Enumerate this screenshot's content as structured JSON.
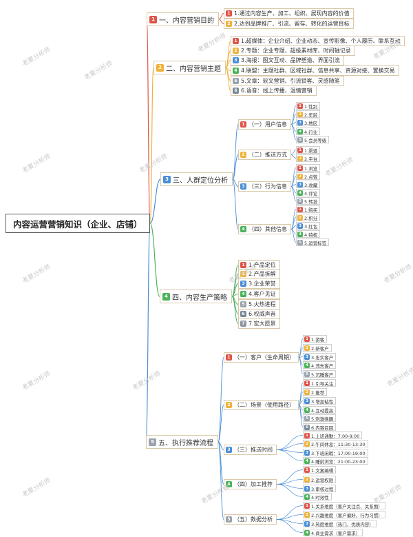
{
  "root": {
    "label": "内容运营营销知识（企业、店铺）"
  },
  "watermark": "老夏分析师",
  "badge_colors": {
    "1": "#e0554a",
    "2": "#f0b23a",
    "3": "#4a8ed6",
    "4": "#4bb35a",
    "5": "#9aa3ad",
    "6": "#7b8a96",
    "7": "#8c96a0"
  },
  "branch_colors": [
    "#e0554a",
    "#f0b23a",
    "#4a8ed6",
    "#4bb35a",
    "#4a8ed6"
  ],
  "branches": [
    {
      "num": "1",
      "label": "一、内容营销目的",
      "children": [
        {
          "num": "1",
          "label": "1.通过内容生产、加工、组织、展现内容的价值"
        },
        {
          "num": "2",
          "label": "2.达到品牌推广、引流、留存、转化的运营目标"
        }
      ]
    },
    {
      "num": "2",
      "label": "二、内容营销主题",
      "children": [
        {
          "num": "1",
          "label": "1.超媒体：企业介绍、企业动态、宣传影像、个人履历、联系互动"
        },
        {
          "num": "2",
          "label": "2.专题：企业专题、超级素材库、时间轴记录"
        },
        {
          "num": "3",
          "label": "3.海报：图文互动、品牌塑造、界面引流"
        },
        {
          "num": "4",
          "label": "4.联盟：主题社群、区域社群、信息共享、资源对接、置换交易"
        },
        {
          "num": "5",
          "label": "5.文章：软文营销、引流锁客、灵感随笔"
        },
        {
          "num": "6",
          "label": "6.语音：线上传播、温情营销"
        }
      ]
    },
    {
      "num": "3",
      "label": "三、人群定位分析",
      "children": [
        {
          "num": "1",
          "label": "（一）用户信息",
          "children": [
            {
              "num": "1",
              "label": "1.性别"
            },
            {
              "num": "2",
              "label": "2.年龄"
            },
            {
              "num": "3",
              "label": "3.地区"
            },
            {
              "num": "4",
              "label": "4.行业"
            },
            {
              "num": "5",
              "label": "5.会员等级"
            }
          ]
        },
        {
          "num": "2",
          "label": "（二）推送方式",
          "children": [
            {
              "num": "1",
              "label": "1.渠道"
            },
            {
              "num": "2",
              "label": "2.平台"
            }
          ]
        },
        {
          "num": "3",
          "label": "（三）行为信息",
          "children": [
            {
              "num": "1",
              "label": "1.浏览"
            },
            {
              "num": "2",
              "label": "2.点赞"
            },
            {
              "num": "3",
              "label": "3.收藏"
            },
            {
              "num": "4",
              "label": "4.评论"
            },
            {
              "num": "5",
              "label": "5.转发"
            }
          ]
        },
        {
          "num": "4",
          "label": "（四）其他信息",
          "children": [
            {
              "num": "1",
              "label": "1.购买"
            },
            {
              "num": "2",
              "label": "2.积分"
            },
            {
              "num": "3",
              "label": "3.红包"
            },
            {
              "num": "4",
              "label": "4.特权"
            },
            {
              "num": "5",
              "label": "5.运营标签"
            }
          ]
        }
      ]
    },
    {
      "num": "4",
      "label": "四、内容生产策略",
      "children": [
        {
          "num": "1",
          "label": "1.产品定位"
        },
        {
          "num": "2",
          "label": "2.产品拆解"
        },
        {
          "num": "3",
          "label": "3.企业荣誉"
        },
        {
          "num": "4",
          "label": "4.客户见证"
        },
        {
          "num": "5",
          "label": "5.火热进程"
        },
        {
          "num": "6",
          "label": "6.权威声音"
        },
        {
          "num": "7",
          "label": "7.宏大愿景"
        }
      ]
    },
    {
      "num": "5",
      "label": "五、执行推荐流程",
      "children": [
        {
          "num": "1",
          "label": "（一）客户（生命周期）",
          "children": [
            {
              "num": "1",
              "label": "1.游客"
            },
            {
              "num": "2",
              "label": "2.新客户"
            },
            {
              "num": "3",
              "label": "3.忠实客户"
            },
            {
              "num": "4",
              "label": "4.流失客户"
            },
            {
              "num": "5",
              "label": "5.沉睡客户"
            }
          ]
        },
        {
          "num": "2",
          "label": "（二）场景（使用路径）",
          "children": [
            {
              "num": "1",
              "label": "1.引导关注"
            },
            {
              "num": "2",
              "label": "2.推荐"
            },
            {
              "num": "3",
              "label": "3.增加粘性"
            },
            {
              "num": "4",
              "label": "4.互动提高"
            },
            {
              "num": "5",
              "label": "5.刺激唤醒"
            },
            {
              "num": "6",
              "label": "6.内容召回"
            }
          ]
        },
        {
          "num": "3",
          "label": "（三）推送时间",
          "children": [
            {
              "num": "1",
              "label": "1.上班通勤：7:00-9:00"
            },
            {
              "num": "2",
              "label": "2.午间休息：11:30-13:30"
            },
            {
              "num": "3",
              "label": "3.下班闲暇：17:00-19:00"
            },
            {
              "num": "4",
              "label": "4.睡前浏览：21:00-23:00"
            }
          ]
        },
        {
          "num": "4",
          "label": "（四）加工推荐",
          "children": [
            {
              "num": "1",
              "label": "1.文案编辑"
            },
            {
              "num": "2",
              "label": "2.运营权限"
            },
            {
              "num": "3",
              "label": "3.审核过程"
            },
            {
              "num": "4",
              "label": "4.时效性"
            }
          ]
        },
        {
          "num": "5",
          "label": "（五）数据分析",
          "children": [
            {
              "num": "1",
              "label": "1.关系维度（客户关注点、关系图）"
            },
            {
              "num": "2",
              "label": "2.兴趣维度（客户偏好、行为习惯）"
            },
            {
              "num": "3",
              "label": "3.热度维度（热门、优质内容）"
            },
            {
              "num": "4",
              "label": "4.商业需求（客户需求）"
            }
          ]
        }
      ]
    }
  ]
}
